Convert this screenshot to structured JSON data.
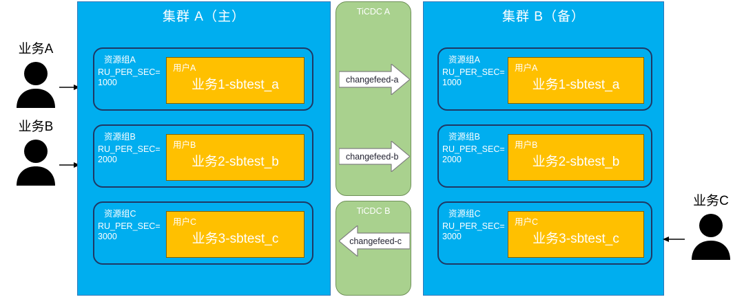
{
  "colors": {
    "cluster_blue": "#00AEEF",
    "cluster_border": "#2E75B6",
    "resgroup_border": "#1F3864",
    "user_orange": "#FFC000",
    "user_border": "#7F6000",
    "ticdc_green": "#A9D18E",
    "ticdc_border": "#6E8F58",
    "text_white": "#FFFFFF",
    "text_black": "#000000"
  },
  "clusters": [
    {
      "id": "cluster-a",
      "title": "集群 A（主）",
      "resource_groups": [
        {
          "name": "资源组A",
          "ru_label": "RU_PER_SEC=",
          "ru_value": "1000",
          "user": "用户A",
          "table": "业务1-sbtest_a"
        },
        {
          "name": "资源组B",
          "ru_label": "RU_PER_SEC=",
          "ru_value": "2000",
          "user": "用户B",
          "table": "业务2-sbtest_b"
        },
        {
          "name": "资源组C",
          "ru_label": "RU_PER_SEC=",
          "ru_value": "3000",
          "user": "用户C",
          "table": "业务3-sbtest_c"
        }
      ]
    },
    {
      "id": "cluster-b",
      "title": "集群 B（备）",
      "resource_groups": [
        {
          "name": "资源组A",
          "ru_label": "RU_PER_SEC=",
          "ru_value": "1000",
          "user": "用户A",
          "table": "业务1-sbtest_a"
        },
        {
          "name": "资源组B",
          "ru_label": "RU_PER_SEC=",
          "ru_value": "2000",
          "user": "用户B",
          "table": "业务2-sbtest_b"
        },
        {
          "name": "资源组C",
          "ru_label": "RU_PER_SEC=",
          "ru_value": "3000",
          "user": "用户C",
          "table": "业务3-sbtest_c"
        }
      ]
    }
  ],
  "ticdc": [
    {
      "id": "ticdc-a",
      "title": "TiCDC A",
      "changefeeds": [
        {
          "label": "changefeed-a",
          "direction": "right"
        },
        {
          "label": "changefeed-b",
          "direction": "right"
        }
      ]
    },
    {
      "id": "ticdc-b",
      "title": "TiCDC B",
      "changefeeds": [
        {
          "label": "changefeed-c",
          "direction": "left"
        }
      ]
    }
  ],
  "actors": [
    {
      "id": "actor-a",
      "label": "业务A",
      "icon": "person-icon",
      "arrow": "arrow-right-icon"
    },
    {
      "id": "actor-b",
      "label": "业务B",
      "icon": "person-icon",
      "arrow": "arrow-right-icon"
    },
    {
      "id": "actor-c",
      "label": "业务C",
      "icon": "person-icon",
      "arrow": "arrow-left-icon"
    }
  ]
}
